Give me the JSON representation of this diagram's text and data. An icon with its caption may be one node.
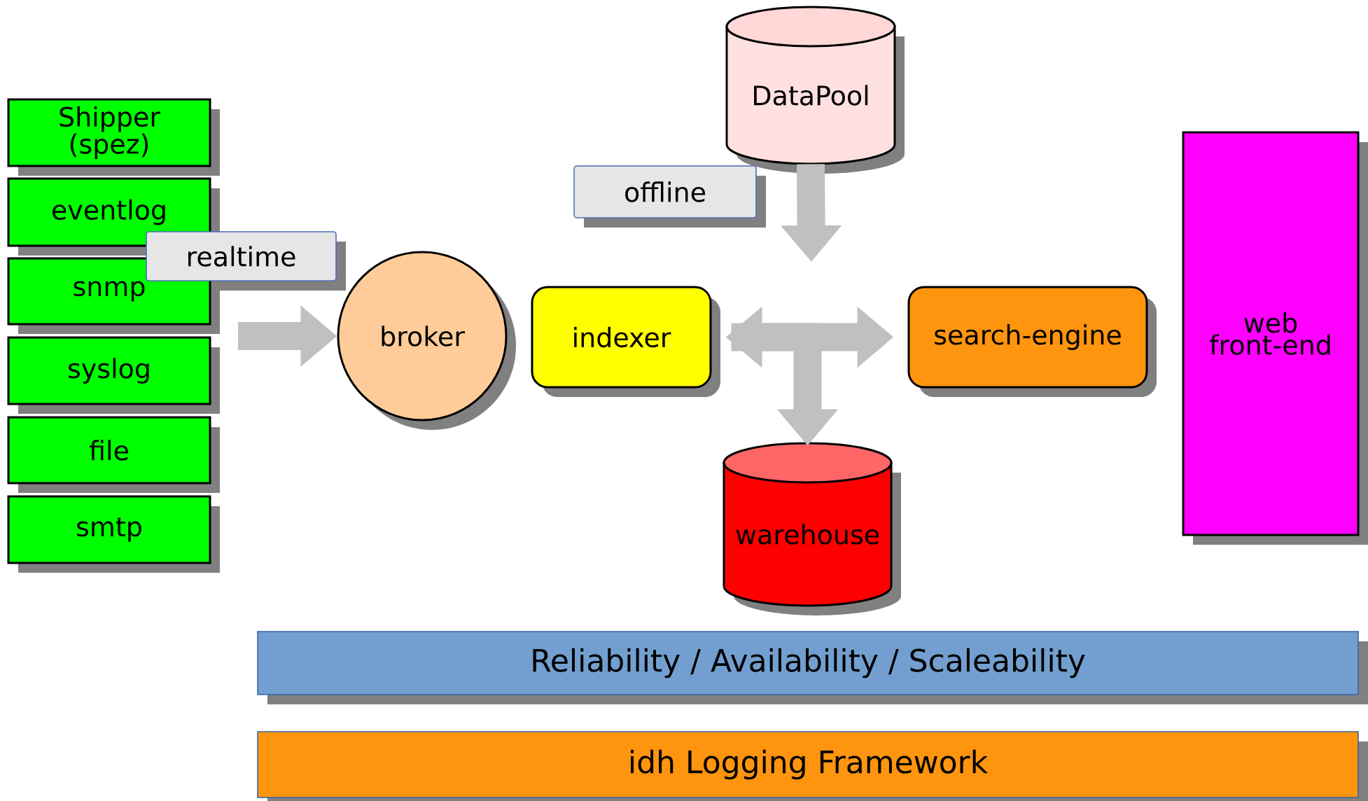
{
  "diagram": {
    "nodes": [
      {
        "text": [
          "Shipper (spez)"
        ]
      },
      {
        "text": [
          "eventlog"
        ]
      },
      {
        "text": [
          "snmp"
        ]
      },
      {
        "text": [
          "syslog"
        ]
      },
      {
        "text": [
          "file"
        ]
      },
      {
        "text": [
          "smtp"
        ]
      },
      {
        "text": [
          "realtime"
        ]
      },
      {
        "text": [
          "broker"
        ]
      },
      {
        "text": [
          "offline"
        ]
      },
      {
        "text": [
          "DataPool"
        ]
      },
      {
        "text": [
          "indexer"
        ]
      },
      {
        "text": [
          "search-engine"
        ]
      },
      {
        "text": [
          "warehouse"
        ]
      },
      {
        "text": [
          "web front-end"
        ]
      },
      {
        "text": [
          "Reliability / Availability / Scaleability"
        ]
      },
      {
        "text": [
          "idh Logging Framework"
        ]
      }
    ],
    "edges": [
      {
        "from": null,
        "to": 7,
        "arrow": "to"
      },
      {
        "from": 9,
        "to": null,
        "arrow": "to"
      },
      {
        "from": 10,
        "to": 11,
        "arrow": "both"
      },
      {
        "from": 10,
        "to": 12,
        "arrow": "to"
      }
    ]
  }
}
